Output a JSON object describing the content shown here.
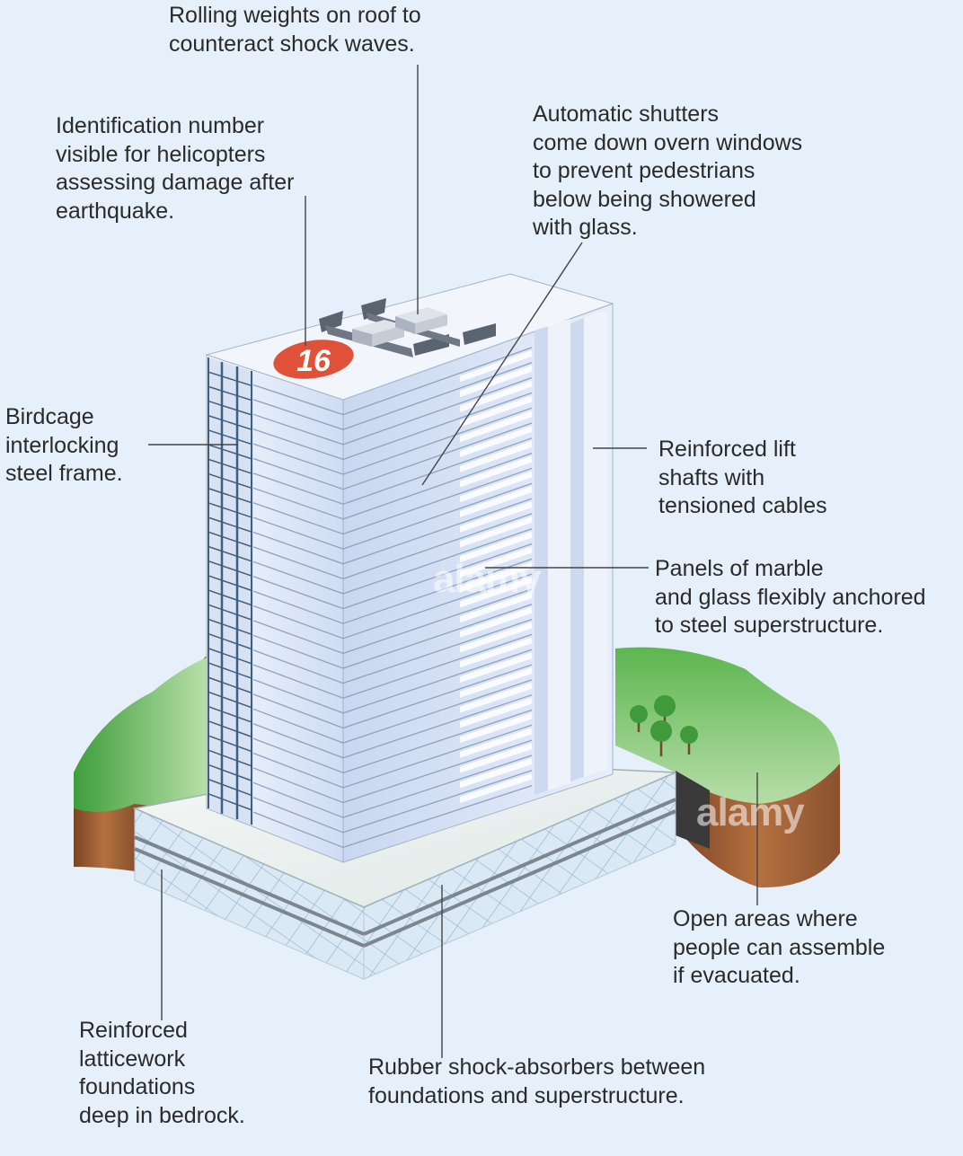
{
  "colors": {
    "background": "#e6f0fb",
    "badge": "#e0513a",
    "grass": "#5cb64f",
    "soil": "#a8663f",
    "building_face": "#dde6f7"
  },
  "building": {
    "floor_number": "16"
  },
  "watermarks": [
    "alamy",
    "alamy"
  ],
  "callouts": [
    {
      "id": "rolling-weights",
      "lines": [
        "Rolling weights on roof to",
        "counteract shock waves."
      ]
    },
    {
      "id": "identification-number",
      "lines": [
        "Identification number",
        "visible for helicopters",
        "assessing damage after",
        "earthquake."
      ]
    },
    {
      "id": "automatic-shutters",
      "lines": [
        "Automatic shutters",
        "come down overn windows",
        "to prevent pedestrians",
        "below being showered",
        "with glass."
      ]
    },
    {
      "id": "birdcage-frame",
      "lines": [
        "Birdcage",
        "interlocking",
        "steel frame."
      ]
    },
    {
      "id": "lift-shafts",
      "lines": [
        "Reinforced lift",
        "shafts with",
        "tensioned cables"
      ]
    },
    {
      "id": "marble-panels",
      "lines": [
        "Panels of marble",
        "and glass flexibly anchored",
        "to steel superstructure."
      ]
    },
    {
      "id": "open-areas",
      "lines": [
        "Open areas where",
        "people can assemble",
        "if evacuated."
      ]
    },
    {
      "id": "lattice-foundations",
      "lines": [
        "Reinforced",
        "latticework",
        "foundations",
        "deep in bedrock."
      ]
    },
    {
      "id": "rubber-absorbers",
      "lines": [
        "Rubber shock-absorbers between",
        "foundations and superstructure."
      ]
    }
  ]
}
